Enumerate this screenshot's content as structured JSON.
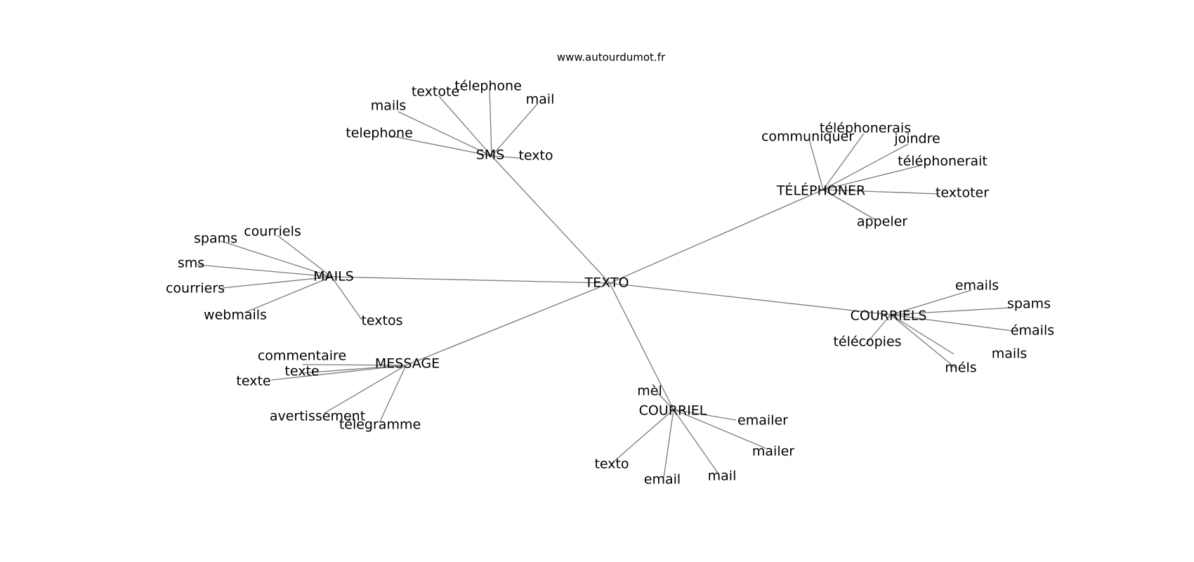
{
  "source_credit": "www.autourdumot.fr",
  "center": {
    "id": "texto",
    "label": "TEXTO"
  },
  "groups": [
    {
      "id": "sms",
      "label": "SMS",
      "leaves": [
        "mails",
        "textote",
        "télephone",
        "mail",
        "telephone",
        "texto"
      ]
    },
    {
      "id": "telephoner",
      "label": "TÉLÉPHONER",
      "leaves": [
        "communiquer",
        "téléphonerais",
        "joindre",
        "téléphonerait",
        "textoter",
        "appeler"
      ]
    },
    {
      "id": "mails",
      "label": "MAILS",
      "leaves": [
        "courriels",
        "spams",
        "sms",
        "courriers",
        "webmails",
        "textos"
      ]
    },
    {
      "id": "courriels",
      "label": "COURRIELS",
      "leaves": [
        "emails",
        "spams",
        "émails",
        "télécopies",
        "mails",
        "méls"
      ]
    },
    {
      "id": "message",
      "label": "MESSAGE",
      "leaves": [
        "commentaire",
        "texte",
        "texte",
        "avertissement",
        "télegramme"
      ]
    },
    {
      "id": "courriel",
      "label": "COURRIEL",
      "leaves": [
        "mèl",
        "emailer",
        "mailer",
        "texto",
        "email",
        "mail"
      ]
    }
  ]
}
